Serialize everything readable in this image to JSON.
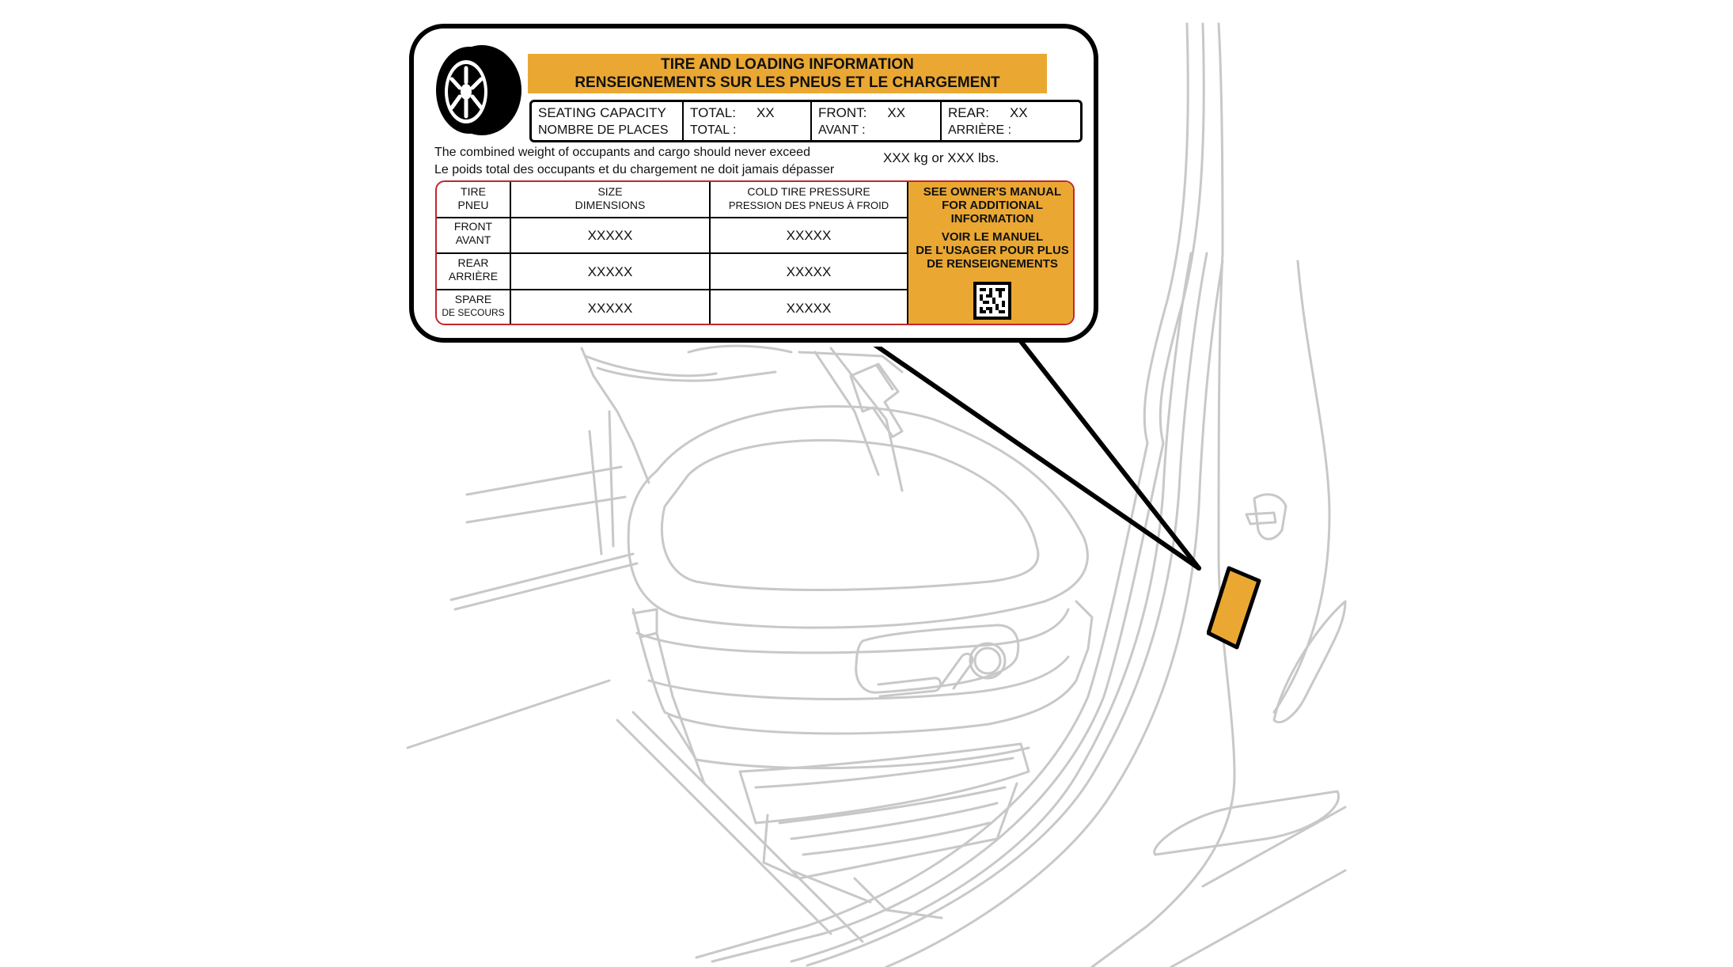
{
  "label": {
    "title_en": "TIRE AND LOADING INFORMATION",
    "title_fr": "RENSEIGNEMENTS SUR LES PNEUS ET LE CHARGEMENT",
    "seating": {
      "capacity_en": "SEATING CAPACITY",
      "capacity_fr": "NOMBRE DE PLACES",
      "total_en": "TOTAL:",
      "total_fr": "TOTAL :",
      "total_value": "XX",
      "front_en": "FRONT:",
      "front_fr": "AVANT :",
      "front_value": "XX",
      "rear_en": "REAR:",
      "rear_fr": "ARRIÈRE :",
      "rear_value": "XX"
    },
    "weight_line_en": "The combined weight of occupants and cargo should never exceed",
    "weight_line_fr": "Le poids total des occupants et du chargement ne doit jamais dépasser",
    "weight_value": "XXX kg or XXX lbs.",
    "table": {
      "col_tire_en": "TIRE",
      "col_tire_fr": "PNEU",
      "col_size_en": "SIZE",
      "col_size_fr": "DIMENSIONS",
      "col_pressure_en": "COLD TIRE PRESSURE",
      "col_pressure_fr": "PRESSION DES PNEUS À FROID",
      "rows": [
        {
          "label_en": "FRONT",
          "label_fr": "AVANT",
          "size": "XXXXX",
          "pressure": "XXXXX"
        },
        {
          "label_en": "REAR",
          "label_fr": "ARRIÈRE",
          "size": "XXXXX",
          "pressure": "XXXXX"
        },
        {
          "label_en": "SPARE",
          "label_fr": "DE SECOURS",
          "size": "XXXXX",
          "pressure": "XXXXX"
        }
      ]
    },
    "manual_note": {
      "en_1": "SEE OWNER'S MANUAL",
      "en_2": "FOR ADDITIONAL",
      "en_3": "INFORMATION",
      "fr_1": "VOIR LE MANUEL",
      "fr_2": "DE L'USAGER POUR PLUS",
      "fr_3": "DE RENSEIGNEMENTS"
    }
  },
  "colors": {
    "label_accent": "#eaa833",
    "table_border": "#c2272d",
    "line_art": "#c8c8c8",
    "outline": "#000000"
  },
  "icons": [
    "tire-icon",
    "qr-code-icon"
  ]
}
